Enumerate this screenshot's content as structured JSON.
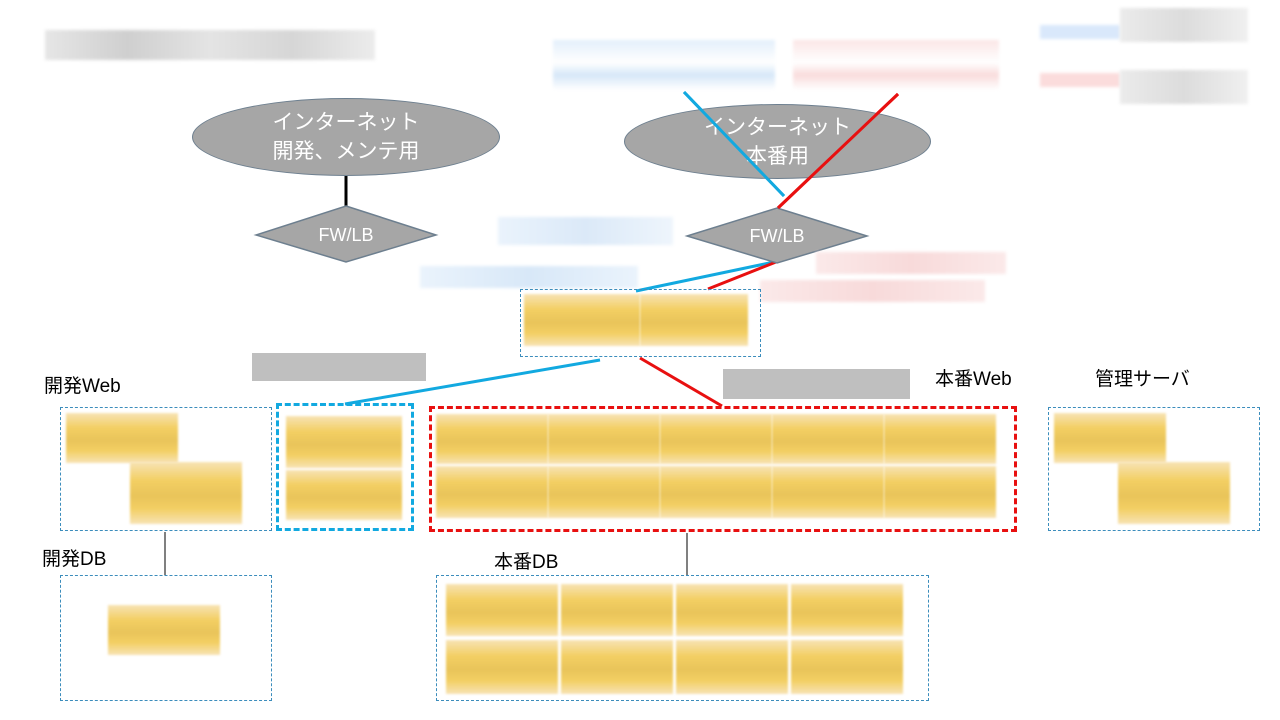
{
  "internet_dev": {
    "line1": "インターネット",
    "line2": "開発、メンテ用"
  },
  "internet_prod": {
    "line1": "インターネット",
    "line2": "本番用"
  },
  "fw_dev": {
    "label": "FW/LB"
  },
  "fw_prod": {
    "label": "FW/LB"
  },
  "groups": {
    "dev_web": "開発Web",
    "prod_web": "本番Web",
    "admin": "管理サーバ",
    "dev_db": "開発DB",
    "prod_db": "本番DB"
  },
  "colors": {
    "prod_line": "#e81010",
    "maint_line": "#12a9e0",
    "node_fill": "#a6a6a6",
    "server_fill": "#f3cf63"
  }
}
